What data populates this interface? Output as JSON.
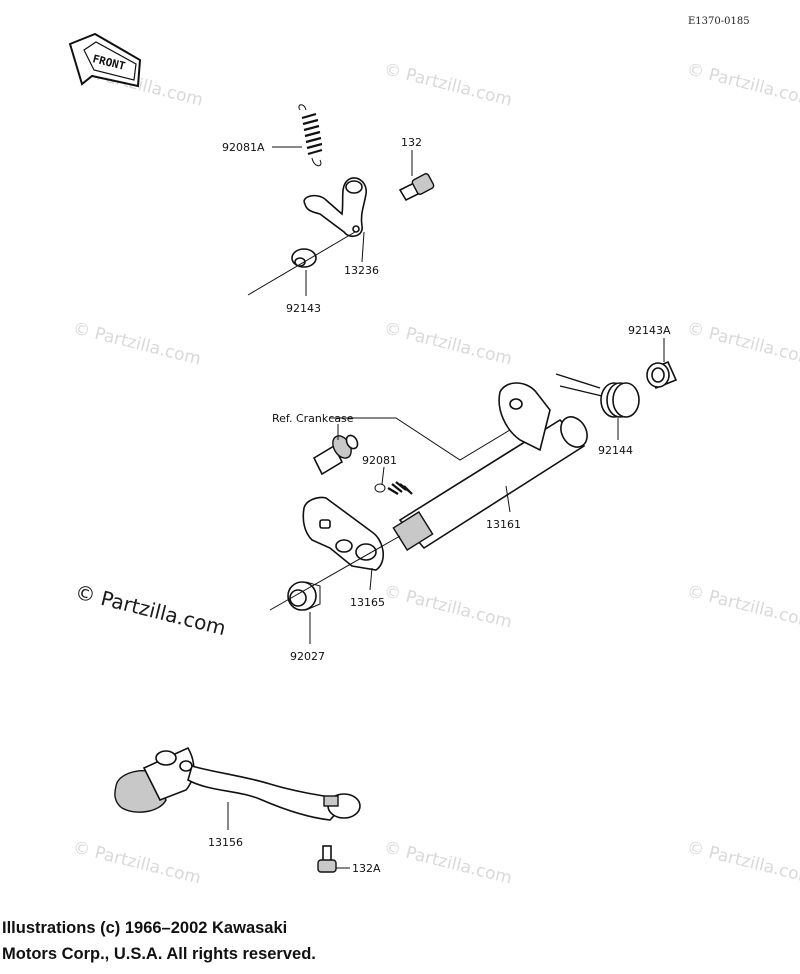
{
  "drawing_code": "E1370-0185",
  "front_label": "FRONT",
  "watermark": {
    "text": "© Partzilla.com",
    "prominent_text": "© Partzilla.com"
  },
  "reference_note": "Ref. Crankcase",
  "parts": {
    "p92081A": "92081A",
    "p132": "132",
    "p13236": "13236",
    "p92143": "92143",
    "p92143A": "92143A",
    "p92081": "92081",
    "p92144": "92144",
    "p13161": "13161",
    "p13165": "13165",
    "p92027": "92027",
    "p13156": "13156",
    "p132A": "132A"
  },
  "copyright": {
    "line1": "Illustrations (c) 1966–2002 Kawasaki",
    "line2": "Motors Corp., U.S.A.  All rights reserved."
  },
  "colors": {
    "ink": "#111111",
    "watermark": "#d9d9d9",
    "background": "#ffffff"
  }
}
